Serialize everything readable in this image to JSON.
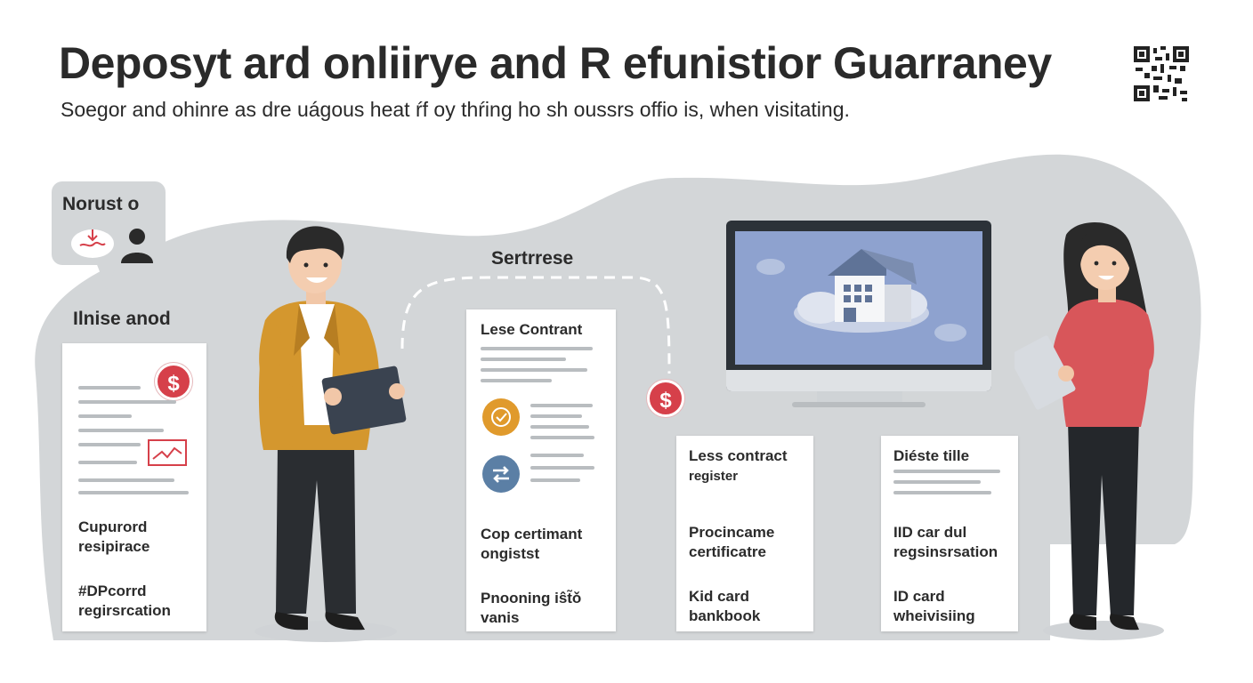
{
  "header": {
    "title": "Deposyt ard onliirye and R efunistior Guarraney",
    "subtitle": "Soegor and ohinre as dre uágous heat ŕf oy thŕing ho sh oussrs offio  is, when  visitating."
  },
  "bubble": {
    "title": "Norust o"
  },
  "labels": {
    "left_section": "Ilnise anod",
    "center_section": "Sertrrese"
  },
  "cards": [
    {
      "title": "",
      "items": [
        "Cupurord resipirace",
        "#DPcorrd regirsrcation"
      ]
    },
    {
      "title": "Lese Contrant",
      "items": [
        "Cop  certimant ongistst",
        "Pnooning iŝt̃ǒ vanis"
      ]
    },
    {
      "title": "Less contract",
      "subtitle": "register",
      "items": [
        "Procincame certificatre",
        "Kid card bankbook"
      ]
    },
    {
      "title": "Diéste tille",
      "items": [
        "IID car dul regsinsrsation",
        "ID card wheivisiing"
      ]
    }
  ],
  "colors": {
    "accent_red": "#d6404a",
    "accent_orange": "#e09a2c",
    "accent_blue": "#5b7fa5",
    "blob_gray": "#d3d6d8"
  }
}
